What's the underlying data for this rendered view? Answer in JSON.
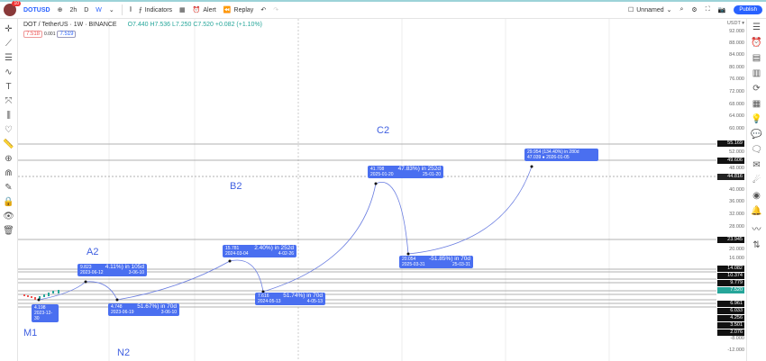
{
  "topbar": {
    "symbol": "DOTUSD",
    "badge": "10",
    "intervals": [
      "2h",
      "D",
      "W"
    ],
    "indicators": "Indicators",
    "alert": "Alert",
    "replay": "Replay",
    "layout_name": "Unnamed",
    "publish": "Publish"
  },
  "legend": {
    "title": "DOT / TetherUS · 1W · BINANCE",
    "ohlc": "O7.440 H7.536 L7.250 C7.520 +0.082 (+1.10%)",
    "bid": "7.518",
    "spread": "0.001",
    "ask": "7.519"
  },
  "price_axis": {
    "currency": "USDT",
    "labels": [
      "92.000",
      "88.000",
      "84.000",
      "80.000",
      "76.000",
      "72.000",
      "68.000",
      "64.000",
      "60.000",
      "52.000",
      "48.000",
      "40.000",
      "36.000",
      "32.000",
      "28.000",
      "20.000",
      "16.000",
      "-8.000",
      "-12.000"
    ],
    "tags": [
      {
        "v": "55.169",
        "c": "#111"
      },
      {
        "v": "49.606",
        "c": "#111"
      },
      {
        "v": "44.816",
        "c": "#222"
      },
      {
        "v": "23.945",
        "c": "#111"
      },
      {
        "v": "14.082",
        "c": "#111"
      },
      {
        "v": "10.374",
        "c": "#111"
      },
      {
        "v": "9.779",
        "c": "#111"
      },
      {
        "v": "7.520",
        "c": "#26a69a"
      },
      {
        "v": "6.961",
        "c": "#111"
      },
      {
        "v": "6.033",
        "c": "#111"
      },
      {
        "v": "4.256",
        "c": "#111"
      },
      {
        "v": "3.501",
        "c": "#111"
      },
      {
        "v": "2.076",
        "c": "#111"
      }
    ]
  },
  "waves": [
    "M1",
    "N2",
    "A2",
    "B2",
    "C2"
  ],
  "annotations": [
    {
      "price": "4.198",
      "date": "2023-12-30",
      "pct": "",
      "end": ""
    },
    {
      "price": "9.823",
      "date": "2023-06-12",
      "pct": "4.11%) in 105d",
      "end": "3-06-10"
    },
    {
      "price": "4.748",
      "date": "2023-06-19",
      "pct": "51.67%) in 70d",
      "end": "3-06-10"
    },
    {
      "price": "15.781",
      "date": "2024-03-04",
      "pct": "2.40%) in 252d",
      "end": "4-02-26"
    },
    {
      "price": "7.616",
      "date": "2024-05-13",
      "pct": "51.74%) in 70d",
      "end": "4-05-13"
    },
    {
      "price": "41.708",
      "date": "2025-01-20",
      "pct": "47.83%) in 252d",
      "end": "25-01-20"
    },
    {
      "price": "20.054",
      "date": "2025-03-31",
      "pct": "-51.85%) in 70d",
      "end": "25-03-31"
    },
    {
      "price": "29.954 (134.40%) in 280d",
      "date": "47.039 ● 2026-01-05",
      "pct": "",
      "end": ""
    }
  ]
}
